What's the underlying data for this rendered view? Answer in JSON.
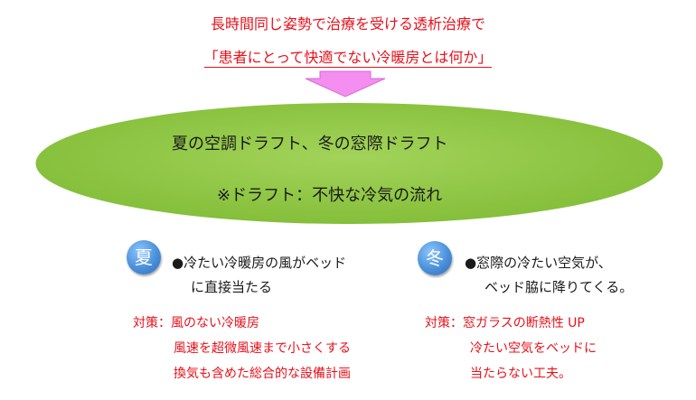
{
  "header": {
    "line1": "長時間同じ姿勢で治療を受ける透析治療で",
    "line2": "「患者にとって快適でない冷暖房とは何か」"
  },
  "ellipse": {
    "line1": "夏の空調ドラフト、冬の窓際ドラフト",
    "line2": "※ドラフト：不快な冷気の流れ",
    "color": "#8cc63f"
  },
  "summer": {
    "badge": "夏",
    "note_line1": "●冷たい冷暖房の風がベッド",
    "note_line2": "に直接当たる",
    "measures_label": "対策：",
    "measures": [
      "風のない冷暖房",
      "風速を超微風速まで小さくする",
      "換気も含めた総合的な設備計画"
    ]
  },
  "winter": {
    "badge": "冬",
    "note_line1": "●窓際の冷たい空気が、",
    "note_line2": "ベッド脇に降りてくる。",
    "measures_label": "対策：",
    "measures": [
      "窓ガラスの断熱性 UP",
      "冷たい空気をベッドに",
      "当たらない工夫。"
    ]
  },
  "colors": {
    "accent_red": "#e8101b",
    "arrow_pink": "#f48ef0",
    "badge_blue": "#4a90d9"
  }
}
